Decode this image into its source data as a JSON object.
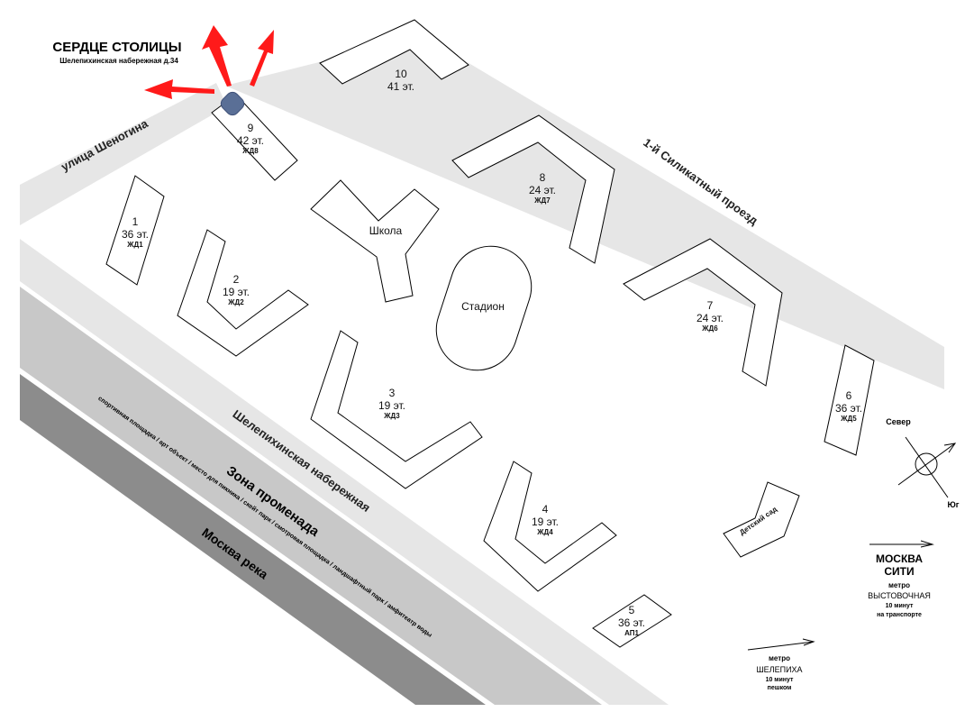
{
  "header": {
    "title": "СЕРДЦЕ СТОЛИЦЫ",
    "address": "Шелепихинская набережная д.34"
  },
  "roads": {
    "left": "улица Шеногина",
    "top": "1-й Силикатный проезд",
    "embankment": "Шелепихинская набережная",
    "promenade": "Зона променада",
    "promenade_details": "спортивная площадка / арт объект / место для пикника / скейт парк / смотровая площадка / ландшафтный парк / амфитеатр воды",
    "river": "Москва река"
  },
  "buildings": [
    {
      "num": "10",
      "floors": "41 эт.",
      "code": ""
    },
    {
      "num": "9",
      "floors": "42 эт.",
      "code": "ЖД8"
    },
    {
      "num": "1",
      "floors": "36 эт.",
      "code": "ЖД1"
    },
    {
      "num": "2",
      "floors": "19 эт.",
      "code": "ЖД2"
    },
    {
      "num": "8",
      "floors": "24 эт.",
      "code": "ЖД7"
    },
    {
      "num": "7",
      "floors": "24 эт.",
      "code": "ЖД6"
    },
    {
      "num": "3",
      "floors": "19 эт.",
      "code": "ЖД3"
    },
    {
      "num": "6",
      "floors": "36 эт.",
      "code": "ЖД5"
    },
    {
      "num": "4",
      "floors": "19 эт.",
      "code": "ЖД4"
    },
    {
      "num": "5",
      "floors": "36 эт.",
      "code": "АП1"
    }
  ],
  "facilities": {
    "school": "Школа",
    "stadium": "Стадион",
    "kindergarten": "Детский сад"
  },
  "compass": {
    "north": "Север",
    "south": "Юг"
  },
  "moscow_city": {
    "line1": "МОСКВА",
    "line2": "СИТИ",
    "metro": "метро",
    "station": "ВЫСТОВОЧНАЯ",
    "time": "10 минут",
    "mode": "на транспорте"
  },
  "shelepikha": {
    "metro": "метро",
    "station": "ШЕЛЕПИХА",
    "time": "10 минут",
    "mode": "пешком"
  },
  "colors": {
    "arrow": "#ff1a1a",
    "marker": "#5a6f96",
    "road_light": "#e6e6e6",
    "promenade": "#c8c8c8",
    "river": "#8c8c8c"
  }
}
